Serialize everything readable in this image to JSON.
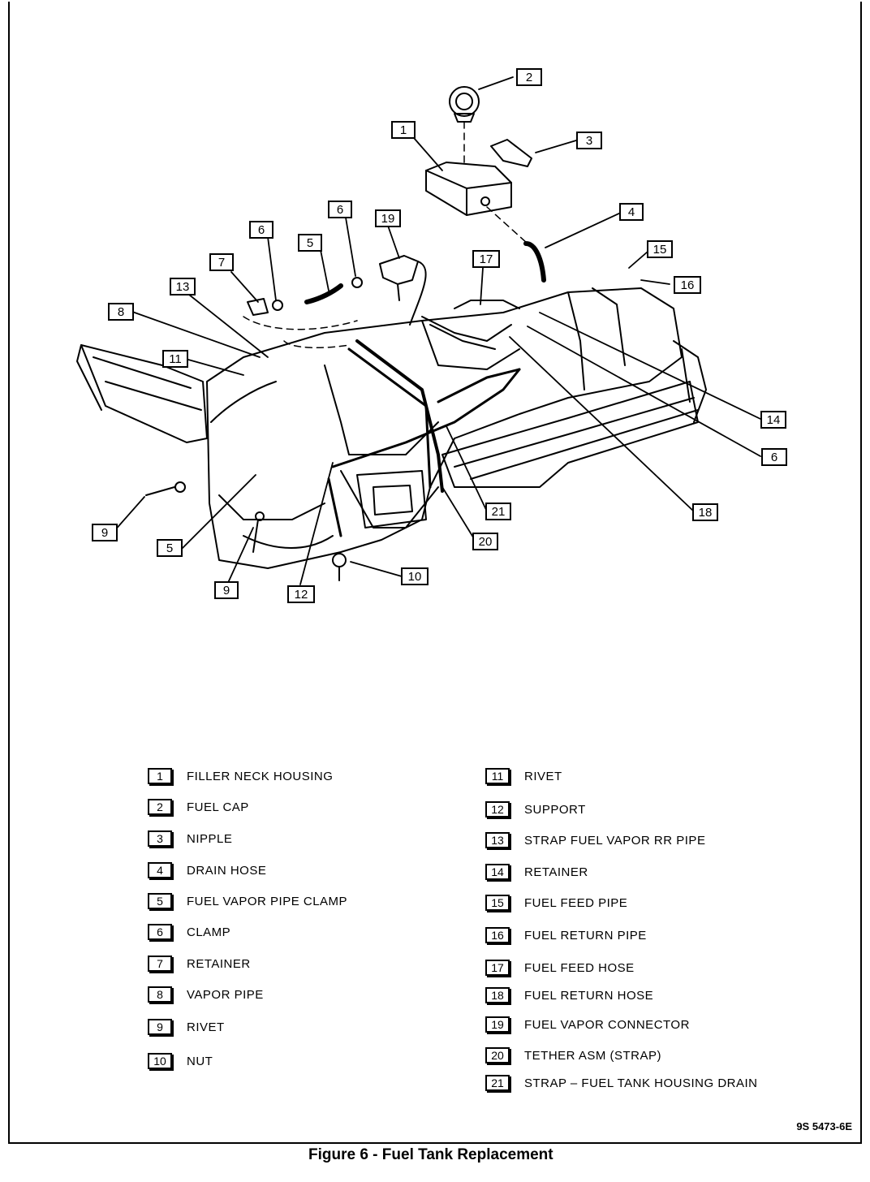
{
  "callouts": [
    {
      "num": "1"
    },
    {
      "num": "2"
    },
    {
      "num": "3"
    },
    {
      "num": "4"
    },
    {
      "num": "5"
    },
    {
      "num": "6"
    },
    {
      "num": "19"
    },
    {
      "num": "6"
    },
    {
      "num": "7"
    },
    {
      "num": "13"
    },
    {
      "num": "17"
    },
    {
      "num": "15"
    },
    {
      "num": "16"
    },
    {
      "num": "8"
    },
    {
      "num": "11"
    },
    {
      "num": "14"
    },
    {
      "num": "6"
    },
    {
      "num": "9"
    },
    {
      "num": "5"
    },
    {
      "num": "21"
    },
    {
      "num": "18"
    },
    {
      "num": "20"
    },
    {
      "num": "10"
    },
    {
      "num": "9"
    },
    {
      "num": "12"
    }
  ],
  "legend": {
    "left": [
      {
        "num": "1",
        "label": "FILLER NECK HOUSING"
      },
      {
        "num": "2",
        "label": "FUEL CAP"
      },
      {
        "num": "3",
        "label": "NIPPLE"
      },
      {
        "num": "4",
        "label": "DRAIN HOSE"
      },
      {
        "num": "5",
        "label": "FUEL VAPOR PIPE CLAMP"
      },
      {
        "num": "6",
        "label": "CLAMP"
      },
      {
        "num": "7",
        "label": "RETAINER"
      },
      {
        "num": "8",
        "label": "VAPOR PIPE"
      },
      {
        "num": "9",
        "label": "RIVET"
      },
      {
        "num": "10",
        "label": "NUT"
      }
    ],
    "right": [
      {
        "num": "11",
        "label": "RIVET"
      },
      {
        "num": "12",
        "label": "SUPPORT"
      },
      {
        "num": "13",
        "label": "STRAP FUEL VAPOR RR PIPE"
      },
      {
        "num": "14",
        "label": "RETAINER"
      },
      {
        "num": "15",
        "label": "FUEL FEED PIPE"
      },
      {
        "num": "16",
        "label": "FUEL RETURN PIPE"
      },
      {
        "num": "17",
        "label": "FUEL FEED HOSE"
      },
      {
        "num": "18",
        "label": "FUEL RETURN HOSE"
      },
      {
        "num": "19",
        "label": "FUEL VAPOR CONNECTOR"
      },
      {
        "num": "20",
        "label": "TETHER ASM (STRAP)"
      },
      {
        "num": "21",
        "label": "STRAP – FUEL TANK HOUSING DRAIN"
      }
    ]
  },
  "figure_id": "9S 5473-6E",
  "caption": "Figure 6 - Fuel Tank Replacement"
}
